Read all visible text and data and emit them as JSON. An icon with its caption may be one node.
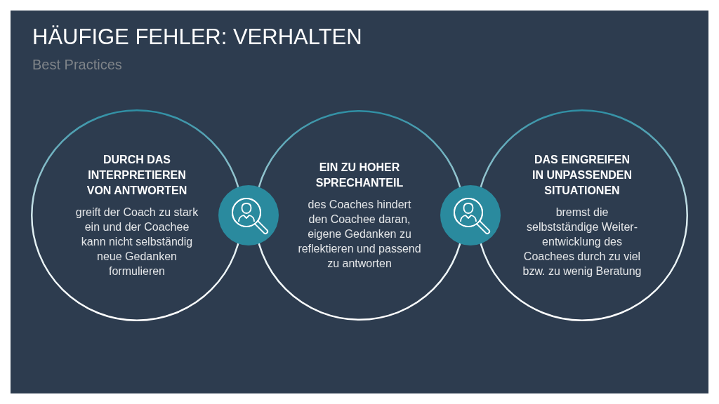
{
  "diagram": {
    "title": "HÄUFIGE FEHLER: VERHALTEN",
    "nodes": [
      {
        "text": [
          "DURCH DAS INTERPRETIEREN VON ANTWORTEN",
          "greift der Coach zu stark ein und der Coachee kann nicht selbständig neue Gedanken formulieren"
        ]
      },
      {
        "text": [
          "EIN ZU HOHER SPRECHANTEIL",
          "des Coaches hindert den Coachee daran, eigene Gedanken zu reflektieren und passend zu antworten"
        ]
      },
      {
        "text": [
          "DAS EINGREIFEN IN UNPASSENDEN SITUATIONEN",
          "bremst die selbstständige Weiter-entwicklung des Coachees durch zu viel bzw. zu wenig Beratung"
        ]
      }
    ],
    "labels": [
      "Best Practices"
    ]
  }
}
